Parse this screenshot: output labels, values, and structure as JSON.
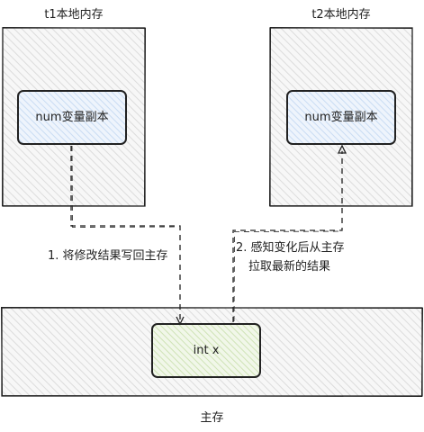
{
  "t1": {
    "title": "t1本地内存",
    "copy_label": "num变量副本"
  },
  "t2": {
    "title": "t2本地内存",
    "copy_label": "num变量副本"
  },
  "main_memory": {
    "title": "主存",
    "var_label": "int x"
  },
  "arrows": {
    "write_back": {
      "label": "1. 将修改结果写回主存"
    },
    "refresh": {
      "label_line1": "2. 感知变化后从主存",
      "label_line2": "拉取最新的结果"
    }
  },
  "colors": {
    "box_fill": "#f2f2f2",
    "hatch": "#d6d6d6",
    "copy_fill": "#dae8fc",
    "var_fill": "#d5e8c4",
    "stroke": "#222222"
  }
}
